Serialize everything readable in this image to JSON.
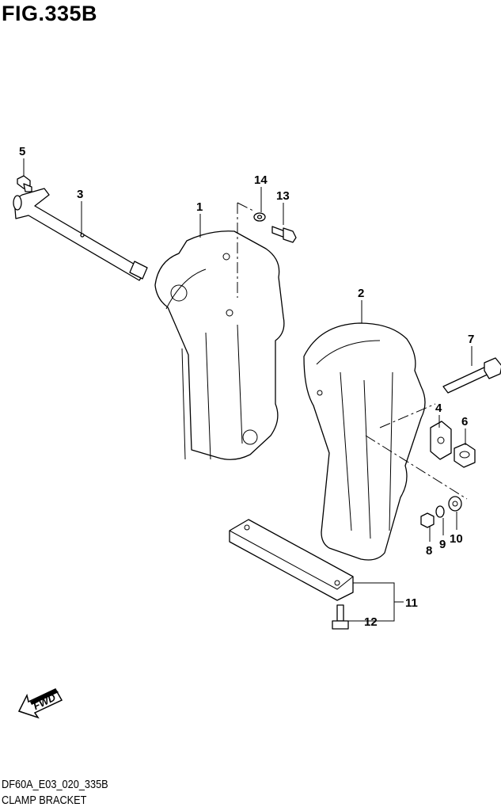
{
  "figure_title": "FIG.335B",
  "drawing_code": "DF60A_E03_020_335B",
  "drawing_name": "CLAMP BRACKET",
  "fwd_label": "FWD",
  "callouts": {
    "c1": "1",
    "c2": "2",
    "c3": "3",
    "c4": "4",
    "c5": "5",
    "c6": "6",
    "c7": "7",
    "c8": "8",
    "c9": "9",
    "c10": "10",
    "c11": "11",
    "c12": "12",
    "c13": "13",
    "c14": "14"
  }
}
